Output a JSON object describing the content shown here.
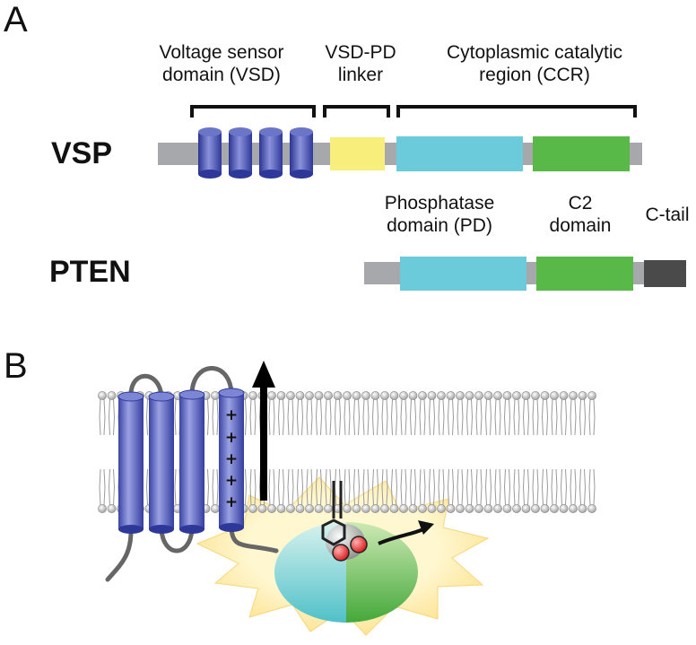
{
  "panel_a": {
    "letter": "A",
    "vsp": {
      "name": "VSP",
      "domains": {
        "vsd_line1": "Voltage sensor",
        "vsd_line2": "domain (VSD)",
        "linker_line1": "VSD-PD",
        "linker_line2": "linker",
        "ccr_line1": "Cytoplasmic catalytic",
        "ccr_line2": "region  (CCR)"
      }
    },
    "pten": {
      "name": "PTEN",
      "domains": {
        "pd_line1": "Phosphatase",
        "pd_line2": "domain (PD)",
        "c2_line1": "C2",
        "c2_line2": "domain",
        "ctail": "C-tail"
      }
    }
  },
  "panel_b": {
    "letter": "B",
    "charges": [
      "+",
      "+",
      "+",
      "+",
      "+"
    ]
  },
  "colors": {
    "backbone": "#a6a8ab",
    "helix": "#3c47a8",
    "linker_yellow": "#f8ee7c",
    "phosphatase_cyan": "#6ccbdb",
    "c2_green": "#58b848",
    "ctail_dark": "#4a4a4a",
    "starburst": "#fde9a0"
  }
}
